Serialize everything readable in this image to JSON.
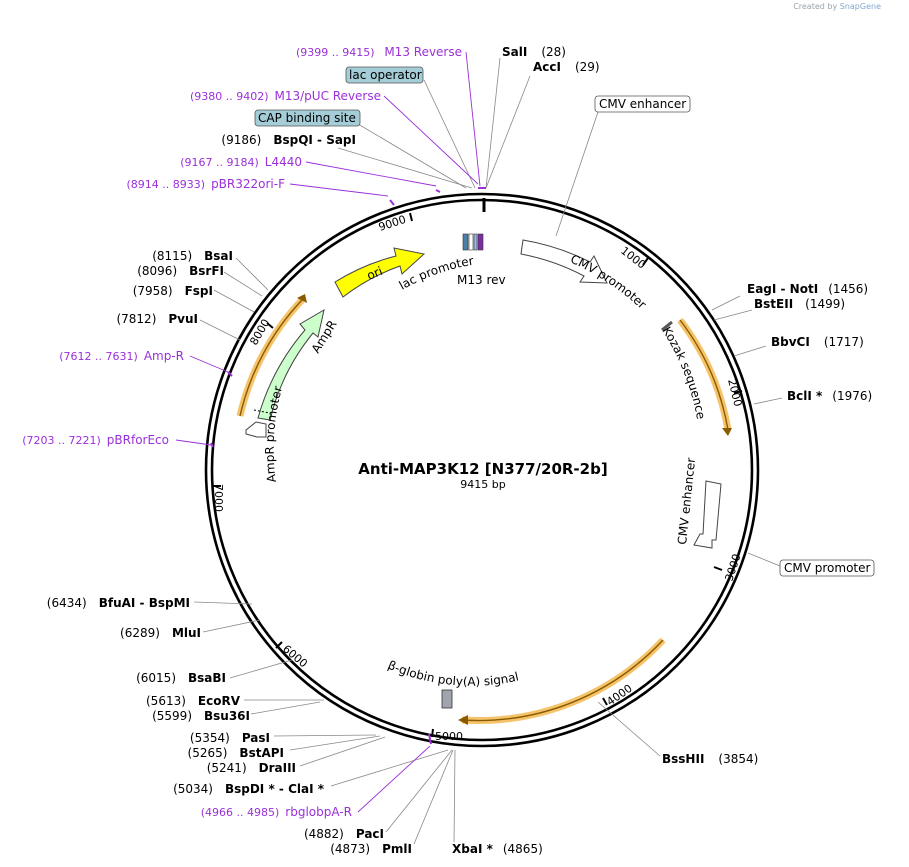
{
  "credit": {
    "prefix": "Created by",
    "brand": "SnapGene"
  },
  "plasmid": {
    "name": "Anti-MAP3K12 [N377/20R-2b]",
    "length_label": "9415 bp"
  },
  "ticks": [
    "1000",
    "2000",
    "3000",
    "4000",
    "5000",
    "6000",
    "7000",
    "8000",
    "9000"
  ],
  "enzymes_right": [
    {
      "name": "SalI",
      "pos": "(28)"
    },
    {
      "name": "AccI",
      "pos": "(29)"
    },
    {
      "name": "EagI  - NotI",
      "pos": "(1456)"
    },
    {
      "name": "BstEII",
      "pos": "(1499)"
    },
    {
      "name": "BbvCI",
      "pos": "(1717)"
    },
    {
      "name": "BclI *",
      "pos": "(1976)"
    },
    {
      "name": "BssHII",
      "pos": "(3854)"
    },
    {
      "name": "XbaI *",
      "pos": "(4865)"
    }
  ],
  "enzymes_left": [
    {
      "name": "BspQI  - SapI",
      "pos": "(9186)"
    },
    {
      "name": "BsaI",
      "pos": "(8115)"
    },
    {
      "name": "BsrFI",
      "pos": "(8096)"
    },
    {
      "name": "FspI",
      "pos": "(7958)"
    },
    {
      "name": "PvuI",
      "pos": "(7812)"
    },
    {
      "name": "BfuAI  - BspMI",
      "pos": "(6434)"
    },
    {
      "name": "MluI",
      "pos": "(6289)"
    },
    {
      "name": "BsaBI",
      "pos": "(6015)"
    },
    {
      "name": "EcoRV",
      "pos": "(5613)"
    },
    {
      "name": "Bsu36I",
      "pos": "(5599)"
    },
    {
      "name": "PasI",
      "pos": "(5354)"
    },
    {
      "name": "BstAPI",
      "pos": "(5265)"
    },
    {
      "name": "DraIII",
      "pos": "(5241)"
    },
    {
      "name": "BspDI *  - ClaI *",
      "pos": "(5034)"
    },
    {
      "name": "PacI",
      "pos": "(4882)"
    },
    {
      "name": "PmlI",
      "pos": "(4873)"
    }
  ],
  "primers": [
    {
      "range": "(9399 .. 9415)",
      "name": "M13 Reverse"
    },
    {
      "range": "(9380 .. 9402)",
      "name": "M13/pUC Reverse"
    },
    {
      "range": "(9167 .. 9184)",
      "name": "L4440"
    },
    {
      "range": "(8914 .. 8933)",
      "name": "pBR322ori-F"
    },
    {
      "range": "(7612 .. 7631)",
      "name": "Amp-R"
    },
    {
      "range": "(7203 .. 7221)",
      "name": "pBRforEco"
    },
    {
      "range": "(4966 .. 4985)",
      "name": "rbglobpA-R"
    }
  ],
  "boxed_features": {
    "lac_operator": "lac operator",
    "cap_binding_site": "CAP binding site",
    "cmv_enhancer_top": "CMV enhancer",
    "cmv_promoter_right": "CMV promoter"
  },
  "feature_labels": {
    "lac_promoter": "lac promoter",
    "m13_rev": "M13 rev",
    "ori": "ori",
    "ampr": "AmpR",
    "ampr_promoter": "AmpR promoter",
    "cmv_promoter_inner": "CMV promoter",
    "kozak": "Kozak sequence",
    "cmv_enhancer_inner": "CMV enhancer",
    "beta_globin": "β-globin poly(A) signal"
  },
  "colors": {
    "primer": "#9b30d9",
    "ori": "#ffff00",
    "ampr": "#ccffcc",
    "highlight": "#f5c46a",
    "feature_box": "#a4cdd8",
    "backbone": "#000000"
  }
}
